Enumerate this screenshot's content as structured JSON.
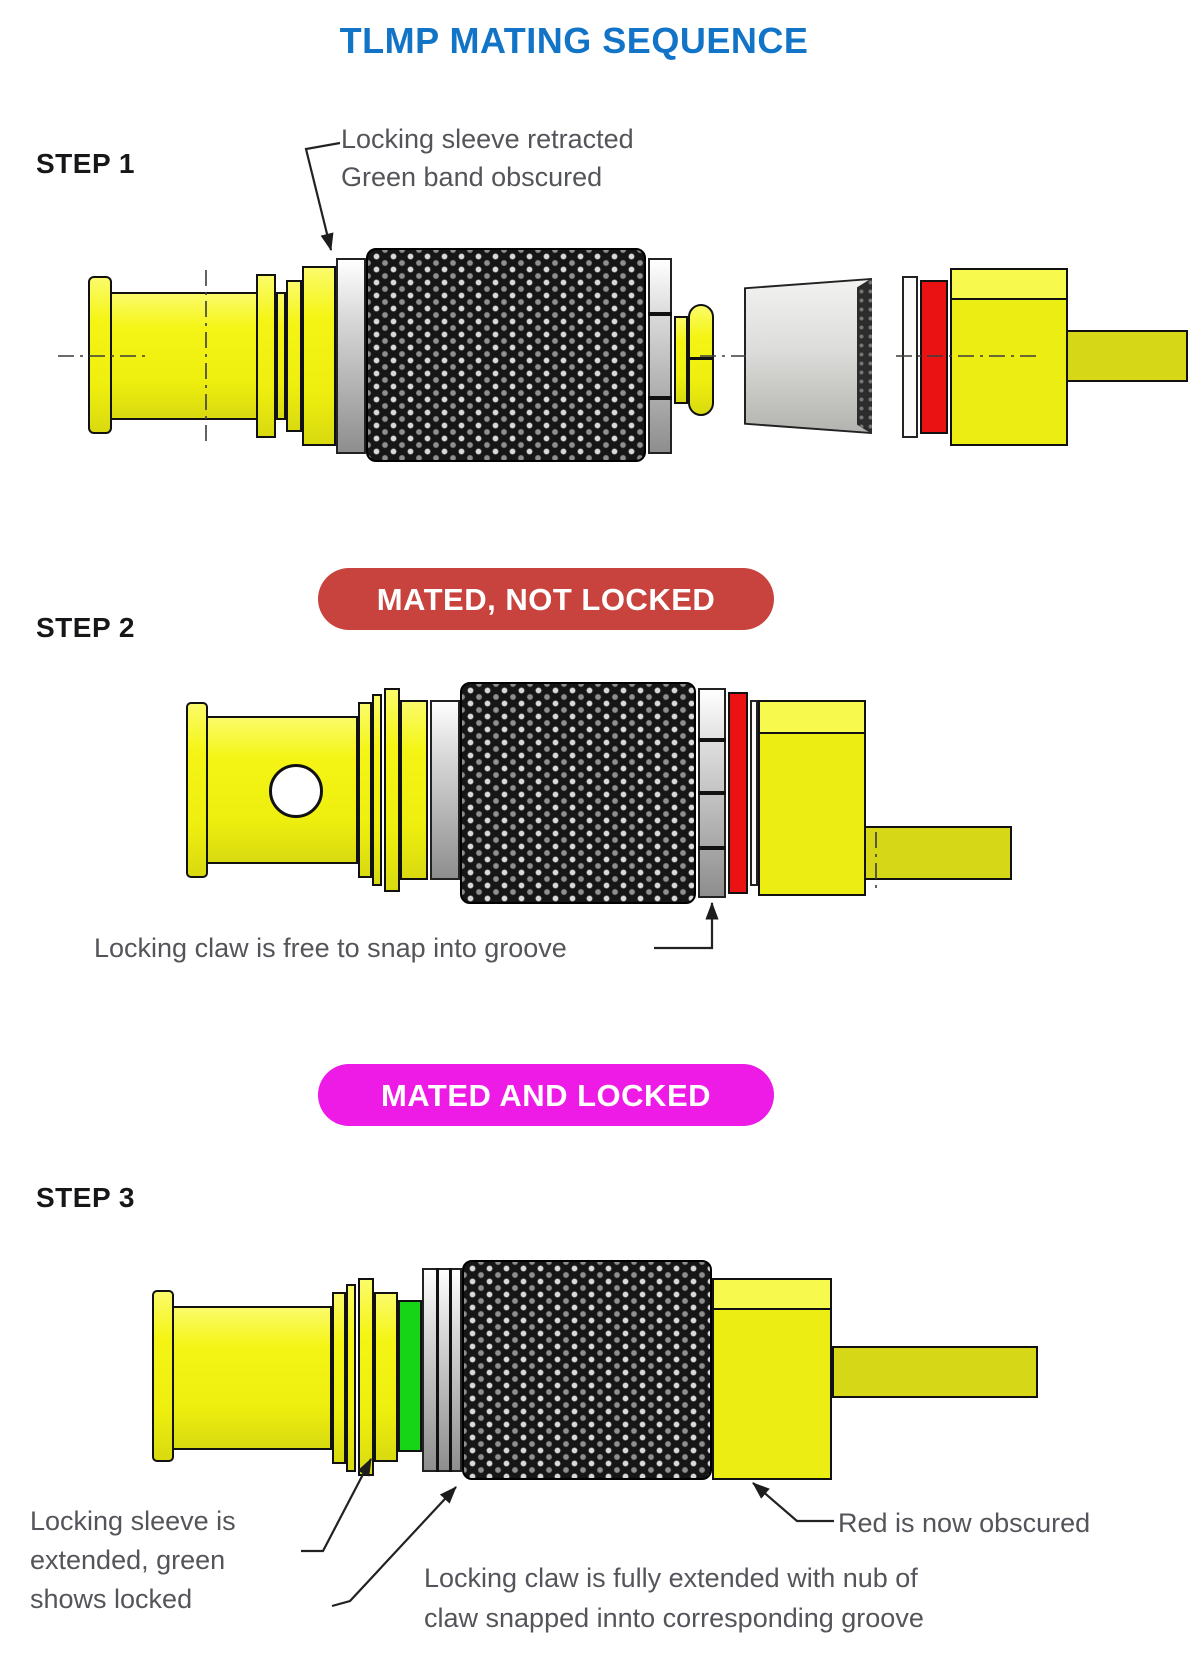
{
  "title": "TLMP MATING SEQUENCE",
  "colors": {
    "title_blue": "#1274c6",
    "badge_red": "#c8433e",
    "badge_magenta": "#ee1be6",
    "band_red": "#ea1212",
    "band_green": "#16d416",
    "connector_yellow": "#f4f514",
    "caption_gray": "#54555a",
    "knurl_black": "#161616"
  },
  "step1": {
    "label": "STEP 1",
    "callout_line1": "Locking sleeve retracted",
    "callout_line2": "Green band obscured"
  },
  "step2": {
    "label": "STEP 2",
    "badge": "MATED, NOT LOCKED",
    "callout": "Locking claw is free to snap into groove"
  },
  "step3": {
    "label": "STEP 3",
    "badge": "MATED AND LOCKED",
    "callout_sleeve_line1": "Locking sleeve is",
    "callout_sleeve_line2": "extended, green",
    "callout_sleeve_line3": "shows locked",
    "callout_red": "Red is now obscured",
    "callout_claw_line1": "Locking claw is fully extended with nub of",
    "callout_claw_line2": "claw snapped innto corresponding groove"
  }
}
